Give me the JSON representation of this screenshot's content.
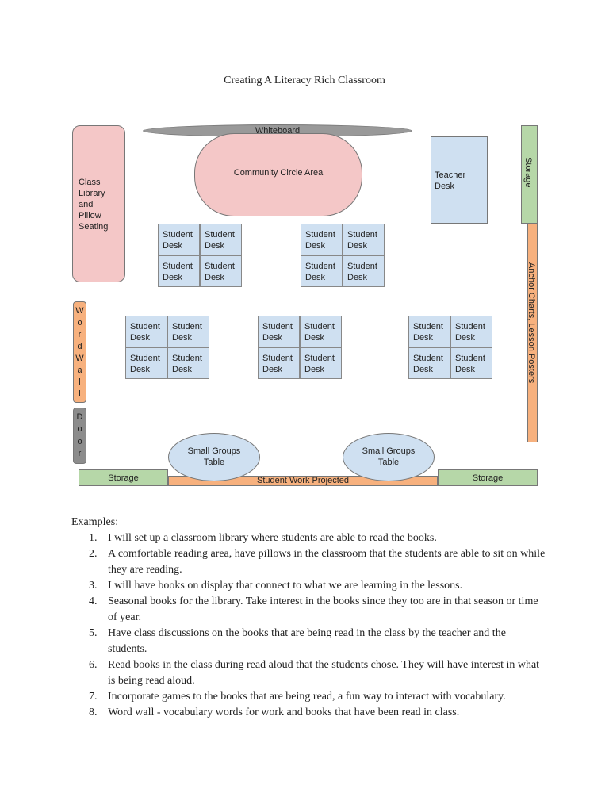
{
  "title": "Creating A Literacy Rich Classroom",
  "diagram": {
    "whiteboard": "Whiteboard",
    "community_circle": "Community Circle Area",
    "class_library": [
      "Class",
      "Library",
      "and",
      "Pillow",
      "Seating"
    ],
    "teacher_desk": [
      "Teacher",
      "Desk"
    ],
    "storage_right": "Storage",
    "anchor_charts": "Anchor Charts, Lesson Posters",
    "word_wall_letters": [
      "W",
      "o",
      "r",
      "d",
      "W",
      "a",
      "l",
      "l"
    ],
    "door_letters": [
      "D",
      "o",
      "o",
      "r"
    ],
    "desk_line1": "Student",
    "desk_line2": "Desk",
    "small_groups_left": [
      "Small Groups",
      "Table"
    ],
    "small_groups_right": [
      "Small Groups",
      "Table"
    ],
    "storage_bottom_left": "Storage",
    "storage_bottom_right": "Storage",
    "student_work": "Student Work Projected",
    "colors": {
      "pink": "#f4c7c7",
      "blue": "#cfe0f1",
      "green": "#b6d7a8",
      "orange": "#f7b17e",
      "gray": "#999999"
    }
  },
  "examples": {
    "heading": "Examples:",
    "items": [
      {
        "num": "1.",
        "text": "I will set up a classroom library where students are able to read the books."
      },
      {
        "num": "2.",
        "text": "A comfortable reading area, have pillows in the classroom that the students are able to sit on while they are reading."
      },
      {
        "num": "3.",
        "text": "I will have books on display that connect to what we are learning in the lessons."
      },
      {
        "num": "4.",
        "text": "Seasonal books for the library. Take interest in the books since they too are in that season or time of year."
      },
      {
        "num": "5.",
        "text": "Have class discussions on the books that are being read in the class by the teacher and the students."
      },
      {
        "num": "6.",
        "text": "Read books in the class during read aloud that the students chose. They will have interest in what is being read aloud."
      },
      {
        "num": "7.",
        "text": "Incorporate games to the books that are being read, a fun way to interact with vocabulary."
      },
      {
        "num": "8.",
        "text": "Word wall - vocabulary words for work and books that have been read in class."
      }
    ]
  }
}
